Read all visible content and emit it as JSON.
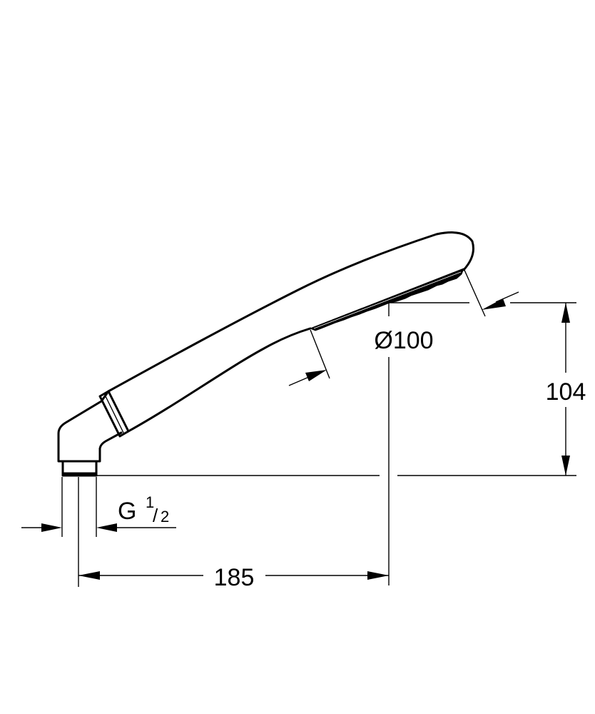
{
  "drawing": {
    "subject": "hand shower technical dimension drawing",
    "background_color": "#ffffff",
    "line_color": "#000000",
    "dimensions": {
      "spray_face_diameter": {
        "label": "Ø100",
        "symbol": "Ø",
        "value": "100"
      },
      "height": {
        "label": "104",
        "value": "104"
      },
      "length": {
        "label": "185",
        "value": "185"
      },
      "thread": {
        "label": "G 1/2",
        "prefix": "G",
        "numerator": "1",
        "denominator": "2"
      }
    }
  }
}
